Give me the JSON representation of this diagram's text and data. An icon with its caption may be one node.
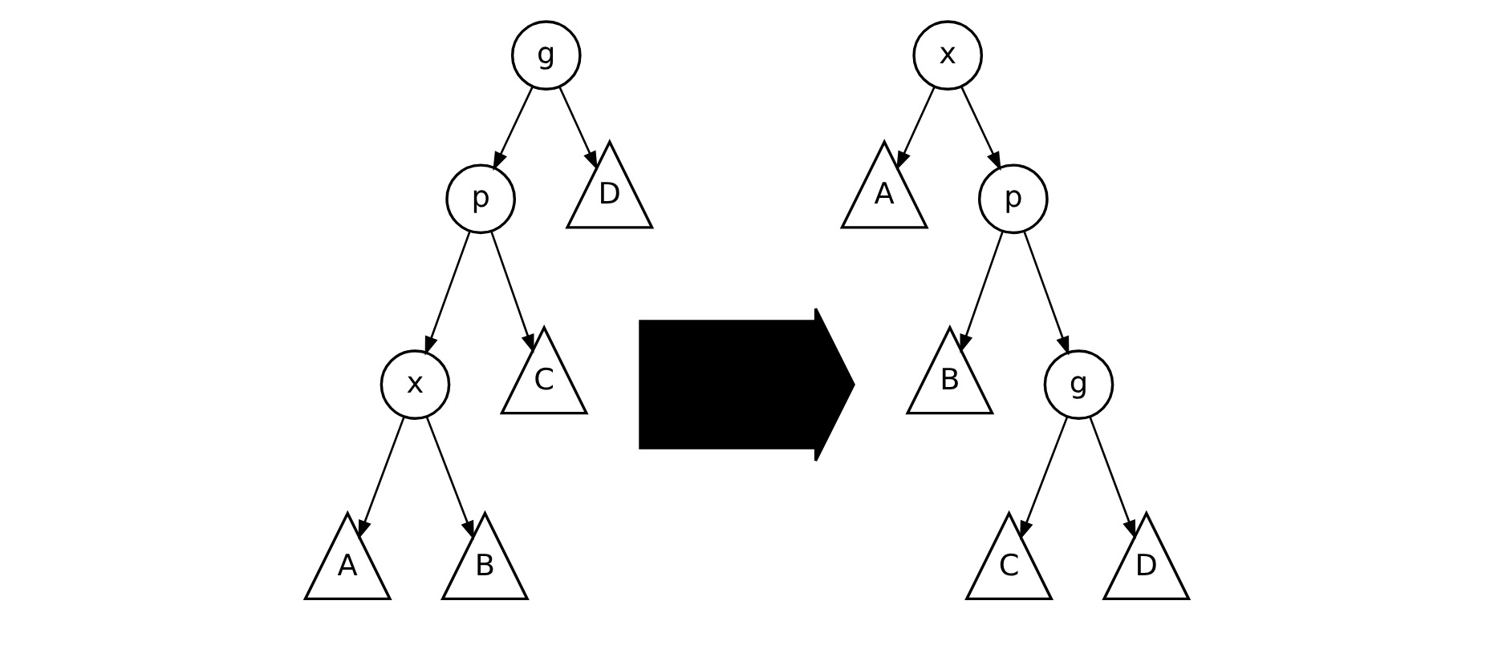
{
  "diagram": {
    "nodes": [
      {
        "text": [
          "g"
        ]
      },
      {
        "text": [
          "p"
        ]
      },
      {
        "text": [
          "D"
        ]
      },
      {
        "text": [
          "x"
        ]
      },
      {
        "text": [
          "C"
        ]
      },
      {
        "text": [
          "A"
        ]
      },
      {
        "text": [
          "B"
        ]
      },
      {
        "text": [],
        "shape": "arrow"
      },
      {
        "text": [
          "x"
        ]
      },
      {
        "text": [
          "A"
        ]
      },
      {
        "text": [
          "p"
        ]
      },
      {
        "text": [
          "B"
        ]
      },
      {
        "text": [
          "g"
        ]
      },
      {
        "text": [
          "C"
        ]
      },
      {
        "text": [
          "D"
        ]
      }
    ],
    "edges": [
      {
        "from": 0,
        "to": 1,
        "arrow": "to"
      },
      {
        "from": 0,
        "to": 2,
        "arrow": "to"
      },
      {
        "from": 1,
        "to": 3,
        "arrow": "to"
      },
      {
        "from": 1,
        "to": 4,
        "arrow": "to"
      },
      {
        "from": 3,
        "to": 5,
        "arrow": "to"
      },
      {
        "from": 3,
        "to": 6,
        "arrow": "to"
      },
      {
        "from": 8,
        "to": 9,
        "arrow": "to"
      },
      {
        "from": 8,
        "to": 10,
        "arrow": "to"
      },
      {
        "from": 10,
        "to": 11,
        "arrow": "to"
      },
      {
        "from": 10,
        "to": 12,
        "arrow": "to"
      },
      {
        "from": 12,
        "to": 13,
        "arrow": "to"
      },
      {
        "from": 12,
        "to": 14,
        "arrow": "to"
      }
    ]
  }
}
